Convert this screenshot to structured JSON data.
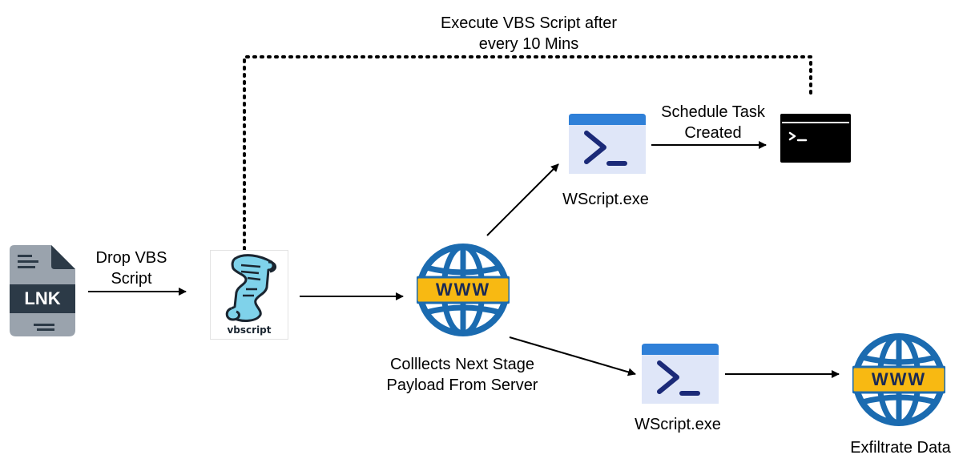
{
  "labels": {
    "drop_vbs_script": [
      "Drop VBS",
      "Script"
    ],
    "execute_vbs_script": [
      "Execute VBS Script after",
      "every 10 Mins"
    ],
    "schedule_task_created": [
      "Schedule Task",
      "Created"
    ],
    "wscript_top": "WScript.exe",
    "collects_next_stage": [
      "Colllects Next Stage",
      "Payload From Server"
    ],
    "wscript_bottom": "WScript.exe",
    "exfiltrate_data": "Exfiltrate Data"
  },
  "icons": {
    "lnk_file": {
      "icon": "lnk-file-icon",
      "text": "LNK"
    },
    "vbscript": {
      "icon": "vbscript-scroll-icon",
      "text": "vbscript"
    },
    "www_globe_1": {
      "icon": "www-globe-icon",
      "text": "WWW"
    },
    "www_globe_2": {
      "icon": "www-globe-icon",
      "text": "WWW"
    },
    "powershell_top": "powershell-window-icon",
    "powershell_bottom": "powershell-window-icon",
    "terminal": "terminal-window-icon"
  },
  "colors": {
    "lnk_body": "#9aa3ad",
    "lnk_dark": "#2c3a47",
    "globe_blue": "#1b6bb0",
    "www_band": "#f8b912",
    "ps_top_bar": "#2f80d8",
    "ps_body": "#dfe6f8",
    "ps_symbol": "#1b2a78",
    "terminal": "#000000",
    "vbscript_fill": "#7fd2ea",
    "vbscript_outline": "#1a2530",
    "dotted": "#000000"
  }
}
